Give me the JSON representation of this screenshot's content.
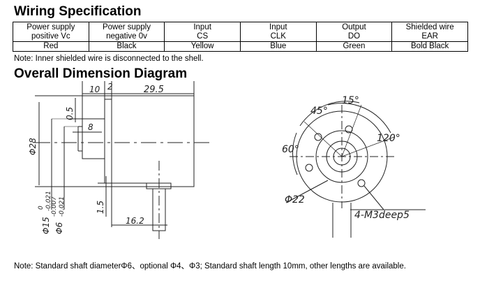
{
  "wiring": {
    "title": "Wiring Specification",
    "headers": [
      [
        "Power supply",
        "positive Vc"
      ],
      [
        "Power supply",
        "negative 0v"
      ],
      [
        "Input",
        "CS"
      ],
      [
        "Input",
        "CLK"
      ],
      [
        "Output",
        "DO"
      ],
      [
        "Shielded wire",
        "EAR"
      ]
    ],
    "colors": [
      "Red",
      "Black",
      "Yellow",
      "Blue",
      "Green",
      "Bold Black"
    ],
    "note": "Note: Inner shielded wire is disconnected to the shell."
  },
  "dimension": {
    "title": "Overall Dimension Diagram",
    "side_labels": {
      "d10": "10",
      "d2": "2",
      "d29_5": "29.5",
      "d0_5": "0.5",
      "d8": "8",
      "phi28": "Φ28",
      "phi15": "Φ15",
      "phi15_tol_upper": "0",
      "phi15_tol_lower": "-0.021",
      "phi6": "Φ6",
      "phi6_tol_upper": "-0.007",
      "phi6_tol_lower": "-0.021",
      "d1_5": "1.5",
      "d16_2": "16.2"
    },
    "front_labels": {
      "a15": "15°",
      "a45": "45°",
      "a60": "60°",
      "a120": "120°",
      "phi22": "Φ22",
      "holes": "4-M3deep5"
    },
    "note": "Note: Standard shaft diameterΦ6、optional Φ4、Φ3; Standard shaft length 10mm, other lengths are available."
  }
}
